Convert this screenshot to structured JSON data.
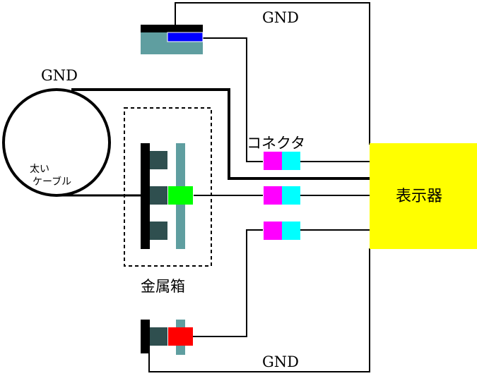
{
  "labels": {
    "gnd_top": "GND",
    "gnd_left": "GND",
    "gnd_bottom": "GND",
    "connector": "コネクタ",
    "display": "表示器",
    "thick_cable_line1": "太い",
    "thick_cable_line2": "ケーブル",
    "metal_box": "金属箱"
  },
  "colors": {
    "wire": "#000000",
    "display_fill": "#ffff00",
    "connector_left": "#ff00ff",
    "connector_right": "#00ffff",
    "plate_dark": "#2f4f4f",
    "plate_teal": "#5f9ea0",
    "green_terminal": "#00ff00",
    "red_terminal": "#ff0000",
    "blue_strip": "#0000ff"
  }
}
